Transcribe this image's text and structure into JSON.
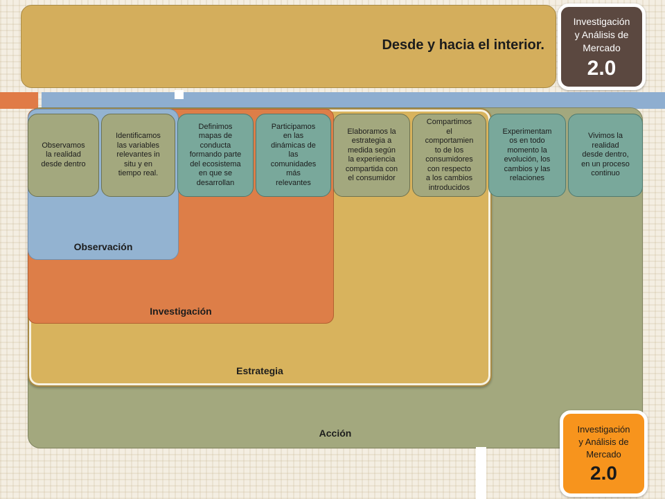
{
  "header": {
    "title": "Desde y hacia el interior."
  },
  "areas": {
    "observacion": "Observación",
    "investigacion": "Investigación",
    "estrategia": "Estrategia",
    "accion": "Acción"
  },
  "steps": [
    "Observamos\nla realidad\ndesde dentro",
    "Identificamos\nlas variables\nrelevantes in\nsitu y en\ntiempo real.",
    "Definimos\nmapas de\nconducta\nformando parte\ndel ecosistema\nen que se\ndesarrollan",
    "Participamos\nen las\ndinámicas de\nlas\ncomunidades\nmás\nrelevantes",
    "Elaboramos la\nestrategia a\nmedida según\nla experiencia\ncompartida con\nel consumidor",
    "Compartimos\nel\ncomportamien\nto de los\nconsumidores\ncon respecto\na los cambios\nintroducidos",
    "Experimentam\nos en todo\nmomento la\nevolución, los\ncambios y las\nrelaciones",
    "Vivimos la\nrealidad\ndesde dentro,\nen un proceso\ncontinuo"
  ],
  "badges": {
    "top": {
      "text": "Investigación\ny Análisis de\nMercado",
      "version": "2.0"
    },
    "bottom": {
      "text": "Investigación\ny Análisis de\nMercado",
      "version": "2.0"
    }
  },
  "colors": {
    "banner": "#d4ae5c",
    "observacion": "#93b3d1",
    "investigacion": "#dd7e48",
    "estrategia": "#d8b35d",
    "accion": "#a3a87e",
    "step_teal": "#79a89b",
    "badge_top": "#5b4840",
    "badge_bottom": "#f7941d"
  }
}
